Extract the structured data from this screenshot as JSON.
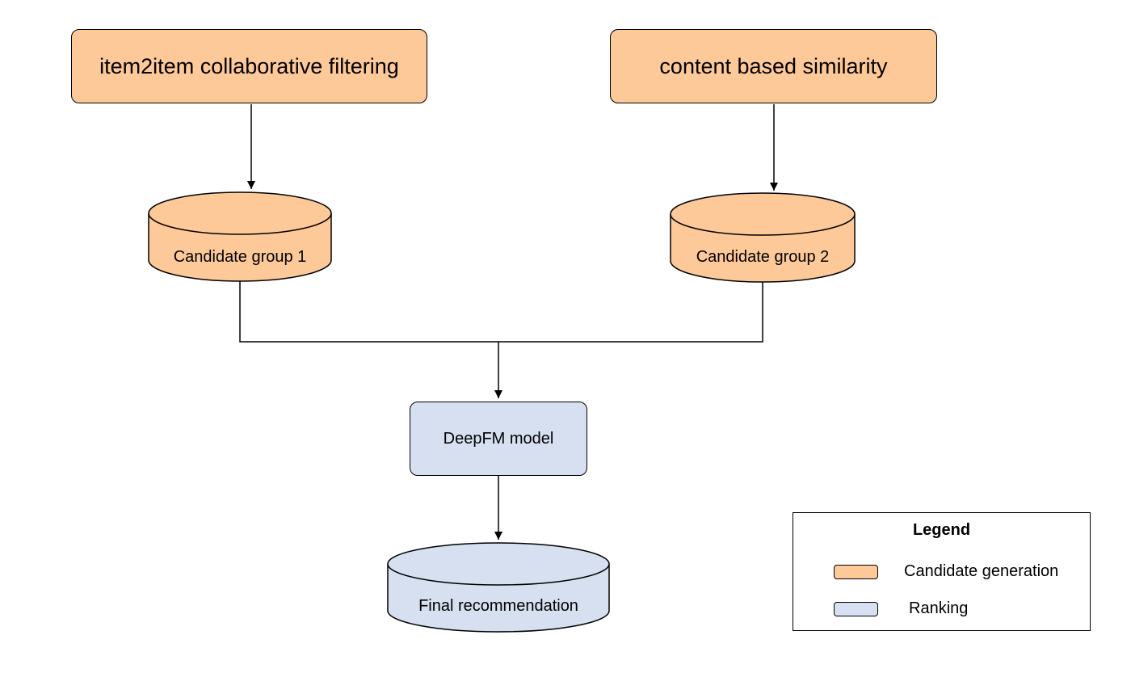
{
  "colors": {
    "candidate": "#fec999",
    "ranking": "#d6e0f0",
    "stroke": "#000000"
  },
  "nodes": {
    "cf": {
      "label": "item2item collaborative filtering"
    },
    "content": {
      "label": "content based similarity"
    },
    "group1": {
      "label": "Candidate group 1"
    },
    "group2": {
      "label": "Candidate group 2"
    },
    "deepfm": {
      "label": "DeepFM model"
    },
    "final": {
      "label": "Final recommendation"
    }
  },
  "legend": {
    "title": "Legend",
    "items": [
      {
        "label": "Candidate generation"
      },
      {
        "label": "Ranking"
      }
    ]
  }
}
